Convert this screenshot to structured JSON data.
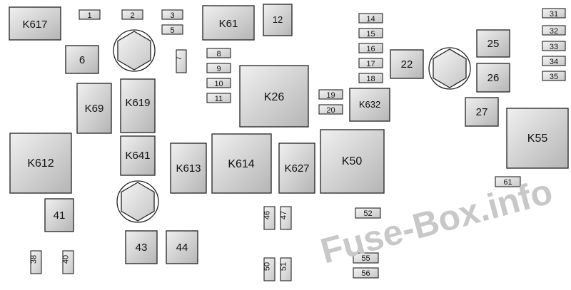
{
  "relays": {
    "k617": "K617",
    "k61": "K61",
    "k69": "K69",
    "k619": "K619",
    "k26": "K26",
    "k632": "K632",
    "k612": "K612",
    "k641": "K641",
    "k613": "K613",
    "k614": "K614",
    "k627": "K627",
    "k50": "K50",
    "k55": "K55"
  },
  "fuses": {
    "f1": "1",
    "f2": "2",
    "f3": "3",
    "f5": "5",
    "f6": "6",
    "f7": "7",
    "f8": "8",
    "f9": "9",
    "f10": "10",
    "f11": "11",
    "f12": "12",
    "f14": "14",
    "f15": "15",
    "f16": "16",
    "f17": "17",
    "f18": "18",
    "f19": "19",
    "f20": "20",
    "f22": "22",
    "f25": "25",
    "f26": "26",
    "f27": "27",
    "f31": "31",
    "f32": "32",
    "f33": "33",
    "f34": "34",
    "f35": "35",
    "f38": "38",
    "f40": "40",
    "f41": "41",
    "f43": "43",
    "f44": "44",
    "f46": "46",
    "f47": "47",
    "f50": "50",
    "f51": "51",
    "f52": "52",
    "f55": "55",
    "f56": "56",
    "f61": "61"
  },
  "watermark": "Fuse-Box.info",
  "colors": {
    "fill_gradient_start": "#e6e6e6",
    "fill_gradient_end": "#b8b8b8",
    "outline": "#222222",
    "watermark": "#c8c8c8"
  }
}
